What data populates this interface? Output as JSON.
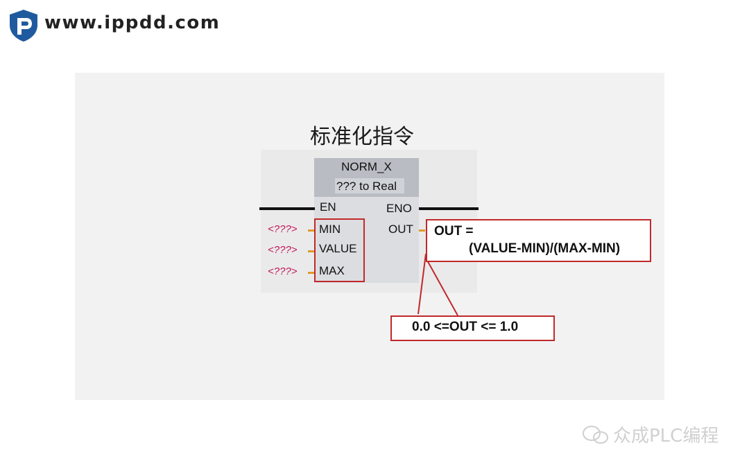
{
  "header": {
    "site_url": "www.ippdd.com",
    "logo_color": "#1f5a9e"
  },
  "slide": {
    "title": "标准化指令",
    "block": {
      "name": "NORM_X",
      "type": "??? to Real",
      "en_label": "EN",
      "eno_label": "ENO",
      "out_label": "OUT",
      "inputs": [
        {
          "label": "MIN",
          "value": "<???>"
        },
        {
          "label": "VALUE",
          "value": "<???>"
        },
        {
          "label": "MAX",
          "value": "<???>"
        }
      ]
    },
    "formula": {
      "line1": "OUT =",
      "line2": "(VALUE-MIN)/(MAX-MIN)"
    },
    "range": "0.0 <=OUT <= 1.0",
    "accent_color": "#c0282a"
  },
  "watermark": {
    "text": "众成PLC编程",
    "icon": "wechat-icon"
  }
}
